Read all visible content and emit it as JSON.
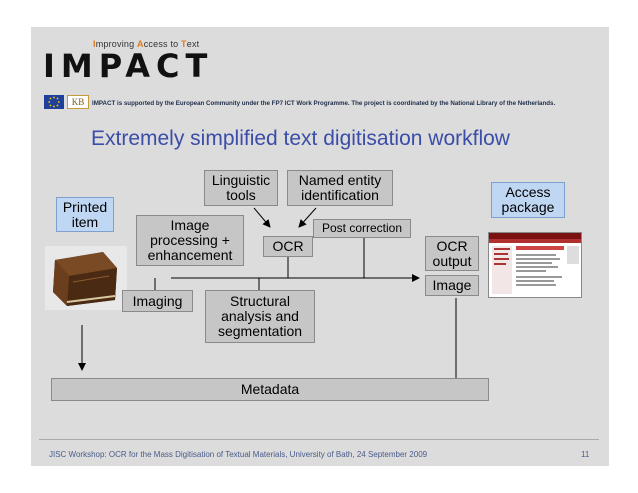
{
  "header": {
    "tagline_parts": [
      {
        "cap": "I",
        "rest": "mproving "
      },
      {
        "cap": "A",
        "rest": "ccess to "
      },
      {
        "cap": "T",
        "rest": "ext"
      }
    ],
    "logo": "IMPACT",
    "support_text": "IMPACT is supported by the European Community under the FP7 ICT Work Programme. The project is coordinated by the National Library of the Netherlands.",
    "kb_label": "KB"
  },
  "slide": {
    "title": "Extremely simplified text digitisation workflow"
  },
  "workflow": {
    "printed_item": "Printed\nitem",
    "access_package": "Access\npackage",
    "linguistic_tools": "Linguistic\ntools",
    "named_entity": "Named entity\nidentification",
    "image_processing": "Image\nprocessing +\nenhancement",
    "ocr": "OCR",
    "post_correction": "Post correction",
    "ocr_output": "OCR\noutput",
    "image": "Image",
    "imaging": "Imaging",
    "structural": "Structural\nanalysis and\nsegmentation",
    "metadata": "Metadata"
  },
  "footer": {
    "text": "JISC Workshop: OCR for the Mass Digitisation of Textual Materials, University of Bath, 24 September 2009",
    "page": "11"
  },
  "colors": {
    "title": "#3a4da8",
    "box_fill": "#c6c6c6",
    "blue_fill": "#bfd7f3",
    "slide_bg": "#dcdcdc"
  }
}
